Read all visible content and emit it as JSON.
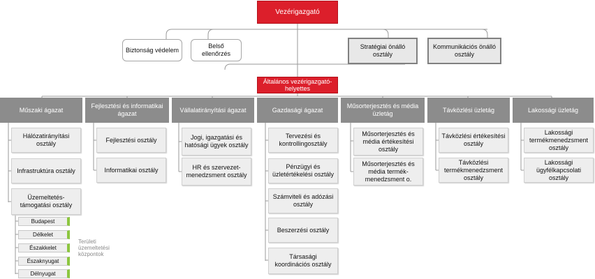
{
  "ceo": "Vezérigazgató",
  "staff": [
    "Biztonság védelem",
    "Belső ellenőrzés"
  ],
  "strategic": [
    "Stratégiai önálló osztály",
    "Kommunikációs önálló osztály"
  ],
  "deputy": "Általános vezérigazgató-helyettes",
  "divisions": [
    {
      "title": "Műszaki ágazat",
      "departments": [
        "Hálózatirányítási osztály",
        "Infrastruktúra osztály",
        "Üzemeltetés-támogatási osztály"
      ]
    },
    {
      "title": "Fejlesztési és informatikai ágazat",
      "departments": [
        "Fejlesztési osztály",
        "Informatikai osztály"
      ]
    },
    {
      "title": "Vállalatirányítási ágazat",
      "departments": [
        "Jogi, igazgatási és hatósági ügyek osztály",
        "HR és szervezet-menedzsment osztály"
      ]
    },
    {
      "title": "Gazdasági ágazat",
      "departments": [
        "Tervezési és kontrollingosztály",
        "Pénzügyi és üzletértékelési osztály",
        "Számviteli és adózási osztály",
        "Beszerzési osztály",
        "Társasági koordinációs osztály"
      ]
    },
    {
      "title": "Műsorterjesztés és média üzletág",
      "departments": [
        "Műsorterjesztés és média értékesítési osztály",
        "Műsorterjesztés és média termék-menedzsment o."
      ]
    },
    {
      "title": "Távközlési üzletág",
      "departments": [
        "Távközlési értékesítési osztály",
        "Távközlési termékmenedzsment osztály"
      ]
    },
    {
      "title": "Lakossági üzletág",
      "departments": [
        "Lakossági termékmenedzsment osztály",
        "Lakossági ügyfélkapcsolati osztály"
      ]
    }
  ],
  "regional_centers": [
    "Budapest",
    "Délkelet",
    "Északkelet",
    "Északnyugat",
    "Délnyugat"
  ],
  "regional_note": "Területi üzemeltetési központok"
}
